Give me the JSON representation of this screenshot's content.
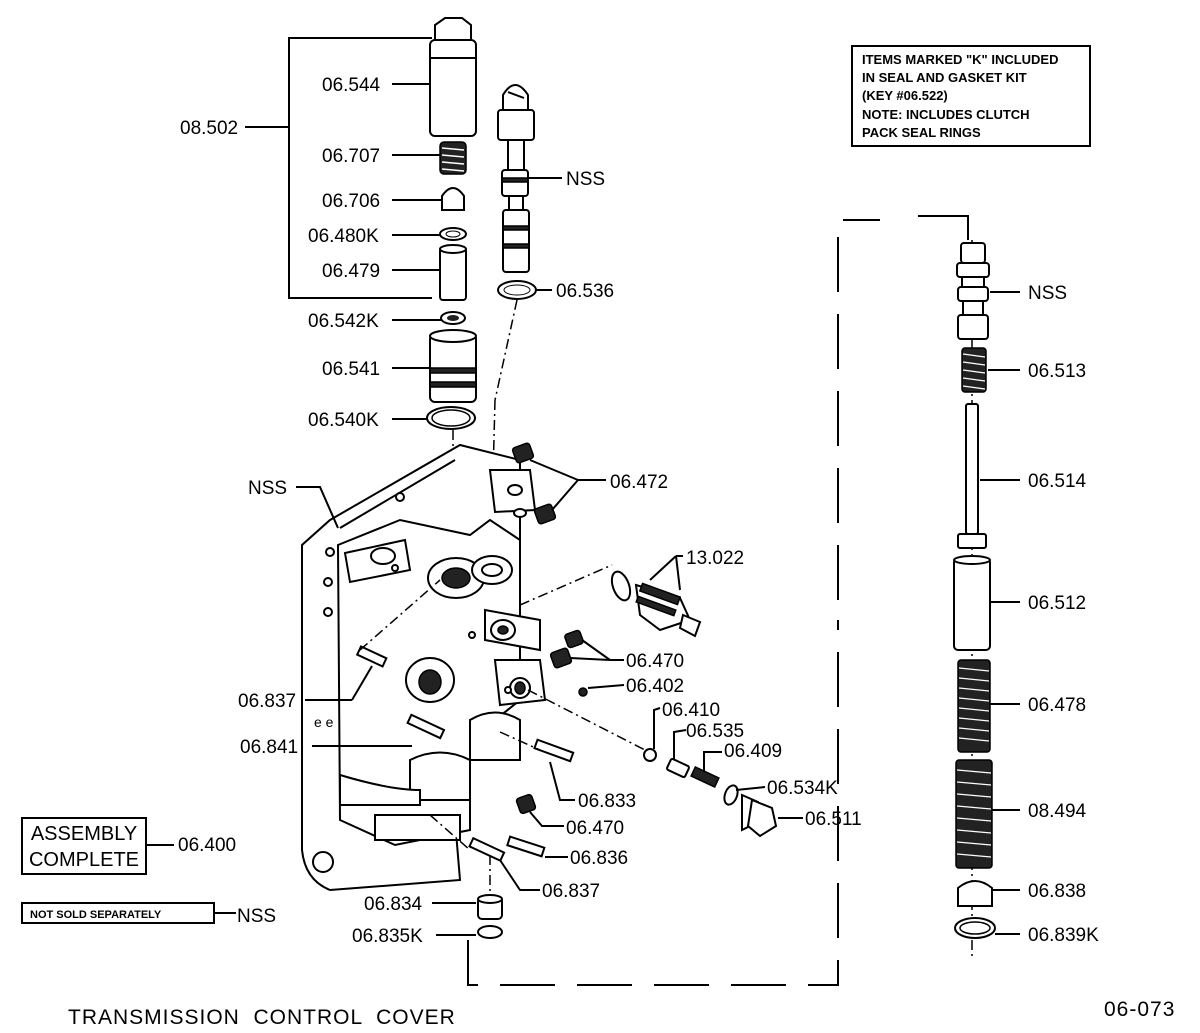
{
  "note_box": {
    "lines": [
      "ITEMS MARKED \"K\" INCLUDED",
      "IN SEAL AND GASKET KIT",
      "(KEY #06.522)",
      "NOTE: INCLUDES CLUTCH",
      "PACK SEAL RINGS"
    ]
  },
  "assembly_box": {
    "lines": [
      "ASSEMBLY",
      "COMPLETE"
    ],
    "part_no": "06.400"
  },
  "nss_box": {
    "text": "NOT SOLD SEPARATELY",
    "part_no": "NSS"
  },
  "labels": {
    "p08502": "08.502",
    "p06544": "06.544",
    "p06707": "06.707",
    "p06706": "06.706",
    "p06480K": "06.480K",
    "p06479": "06.479",
    "p06542K": "06.542K",
    "p06541": "06.541",
    "p06540K": "06.540K",
    "nss_valve": "NSS",
    "p06536": "06.536",
    "nss_cover": "NSS",
    "p06472": "06.472",
    "p13022": "13.022",
    "p06470a": "06.470",
    "p06402": "06.402",
    "p06837a": "06.837",
    "p06410": "06.410",
    "p06535": "06.535",
    "p06409": "06.409",
    "p06841": "06.841",
    "p06534K": "06.534K",
    "p06833": "06.833",
    "p06511": "06.511",
    "p06470b": "06.470",
    "p06836": "06.836",
    "p06837b": "06.837",
    "p06834": "06.834",
    "p06835K": "06.835K",
    "nss_right": "NSS",
    "p06513": "06.513",
    "p06514": "06.514",
    "p06512": "06.512",
    "p06478": "06.478",
    "p08494": "08.494",
    "p06838": "06.838",
    "p06839K": "06.839K"
  },
  "caption": "TRANSMISSION  CONTROL  COVER",
  "figure_number": "06-073"
}
